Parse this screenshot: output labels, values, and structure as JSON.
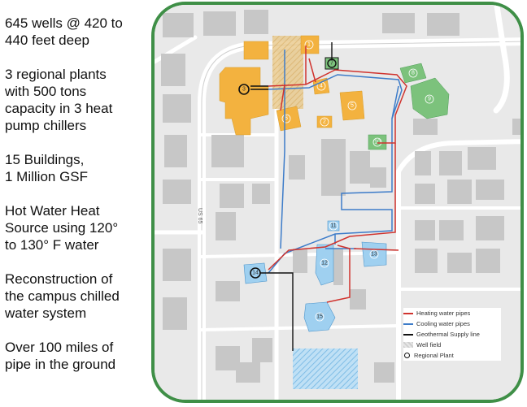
{
  "facts": [
    "645 wells @ 420 to\n440 feet deep",
    "3 regional plants\nwith 500 tons\ncapacity in 3 heat\npump chillers",
    "15 Buildings,\n1 Million GSF",
    "Hot Water Heat\nSource using 120°\nto 130° F water",
    "Reconstruction of\nthe campus chilled\nwater system",
    "Over 100 miles of\npipe in the ground"
  ],
  "map": {
    "road_label": "US 65",
    "legend": {
      "heating": "Heating water pipes",
      "cooling": "Cooling water pipes",
      "geothermal": "Geothermal Supply line",
      "wellfield": "Well field",
      "plant": "Regional Plant"
    },
    "colors": {
      "heating": "#d0332e",
      "cooling": "#3d7cc9",
      "geothermal": "#111111",
      "orange_buildings": "#f3b23f",
      "green_buildings": "#7cc27c",
      "blue_buildings": "#9fd0f0",
      "frame": "#3f8f47"
    },
    "buildings": [
      {
        "num": "1",
        "zone": "orange"
      },
      {
        "num": "2",
        "zone": "orange"
      },
      {
        "num": "3",
        "zone": "orange"
      },
      {
        "num": "4",
        "zone": "orange"
      },
      {
        "num": "5",
        "zone": "orange"
      },
      {
        "num": "6",
        "zone": "orange"
      },
      {
        "num": "7",
        "zone": "green"
      },
      {
        "num": "8",
        "zone": "green"
      },
      {
        "num": "9",
        "zone": "green"
      },
      {
        "num": "10",
        "zone": "green"
      },
      {
        "num": "11",
        "zone": "blue"
      },
      {
        "num": "12",
        "zone": "blue"
      },
      {
        "num": "13",
        "zone": "blue"
      },
      {
        "num": "14",
        "zone": "blue"
      },
      {
        "num": "15",
        "zone": "blue"
      }
    ]
  }
}
